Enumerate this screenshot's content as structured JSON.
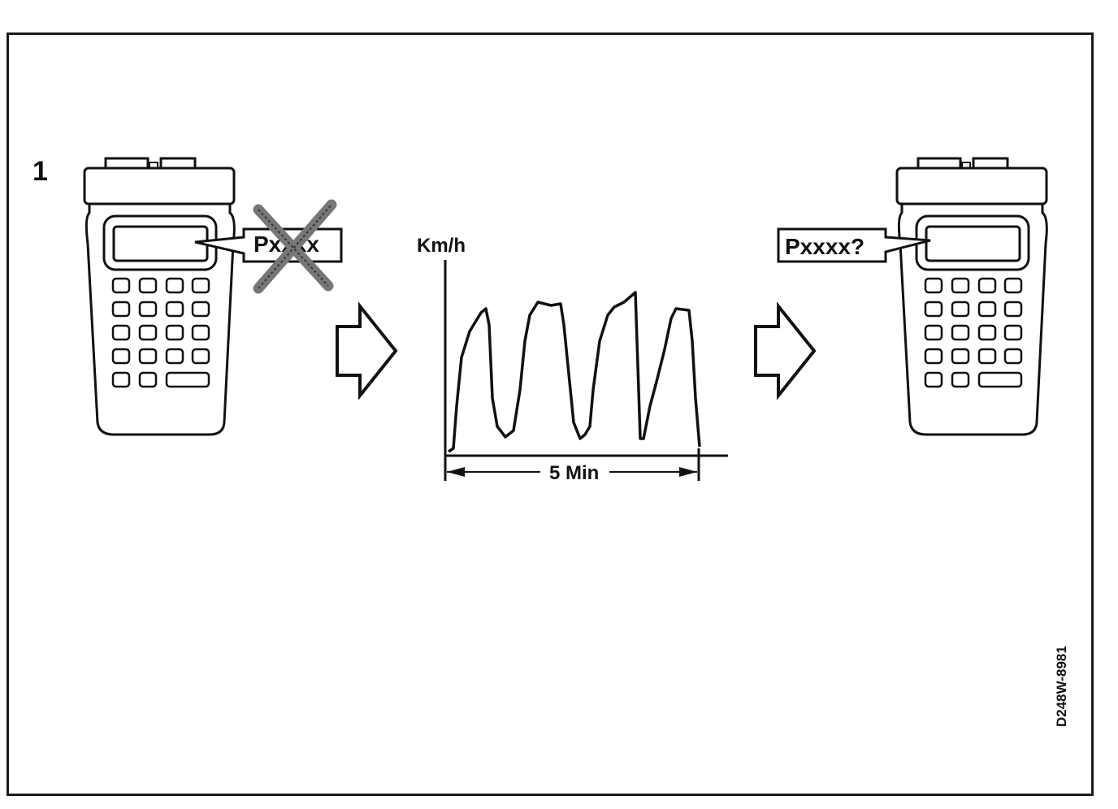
{
  "figure": {
    "number": "1",
    "reference_code": "D248W-8981"
  },
  "left_device": {
    "callout_text": "Pxxxx",
    "callout_state": "crossed-out"
  },
  "right_device": {
    "callout_text": "Pxxxx?"
  },
  "speed_chart": {
    "y_label": "Km/h",
    "x_span_label": "5 Min"
  },
  "icons": {
    "left_arrow": "right-arrow-icon",
    "right_arrow": "right-arrow-icon",
    "cross_mark": "x-mark-icon"
  },
  "colors": {
    "ink": "#111111",
    "cross_gray": "#777777"
  }
}
